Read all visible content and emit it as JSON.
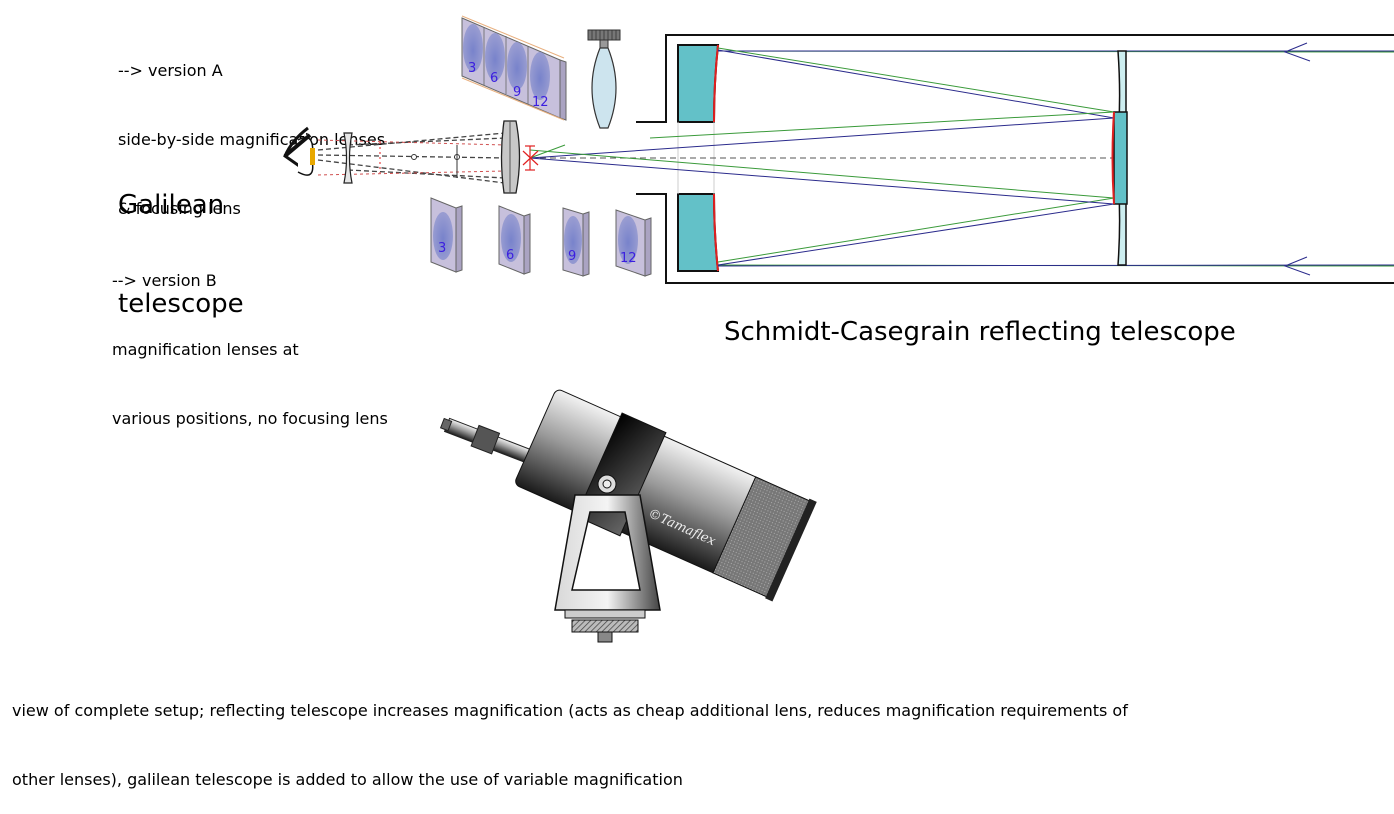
{
  "labels": {
    "version_a": [
      "--> version A",
      "side-by-side magnification lenses",
      "& focusing lens"
    ],
    "version_b": [
      "--> version B",
      "magnification lenses at",
      "various positions, no focusing lens"
    ],
    "galilean_title": [
      "Galilean",
      "telescope"
    ],
    "schmidt_title": "Schmidt-Casegrain reflecting telescope",
    "caption": [
      "view of complete setup; reflecting telescope increases magnification (acts as cheap additional lens, reduces magnification requirements of",
      "other lenses), galilean telescope is added to allow the use of variable magnification"
    ],
    "brand": "©Tamaflex"
  },
  "lens_sets": {
    "version_a": [
      "3",
      "6",
      "9",
      "12"
    ],
    "version_b": [
      "3",
      "6",
      "9",
      "12"
    ]
  },
  "colors": {
    "mirror_fill": "#63c1c8",
    "ray_green": "#3a9a3a",
    "ray_blue": "#2b2b8c",
    "mirror_surface": "#e02020",
    "lens_plate": "#c7c0dc",
    "lens_number": "#3b1ee0",
    "focus_lens": "#cde4ee"
  }
}
